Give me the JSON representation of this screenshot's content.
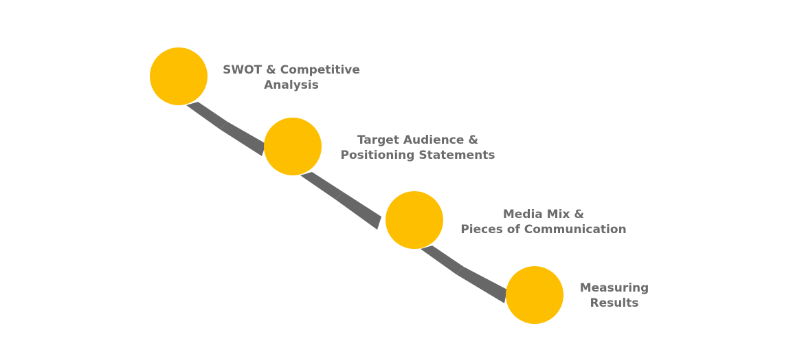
{
  "diagram": {
    "colors": {
      "node": "#FDBF00",
      "connector": "#676767",
      "text": "#6b6b6b",
      "background": "#ffffff"
    },
    "steps": [
      {
        "line1": "SWOT & Competitive",
        "line2": "Analysis"
      },
      {
        "line1": "Target Audience &",
        "line2": "Positioning Statements"
      },
      {
        "line1": "Media Mix &",
        "line2": "Pieces of Communication"
      },
      {
        "line1": "Measuring",
        "line2": "Results"
      }
    ]
  }
}
